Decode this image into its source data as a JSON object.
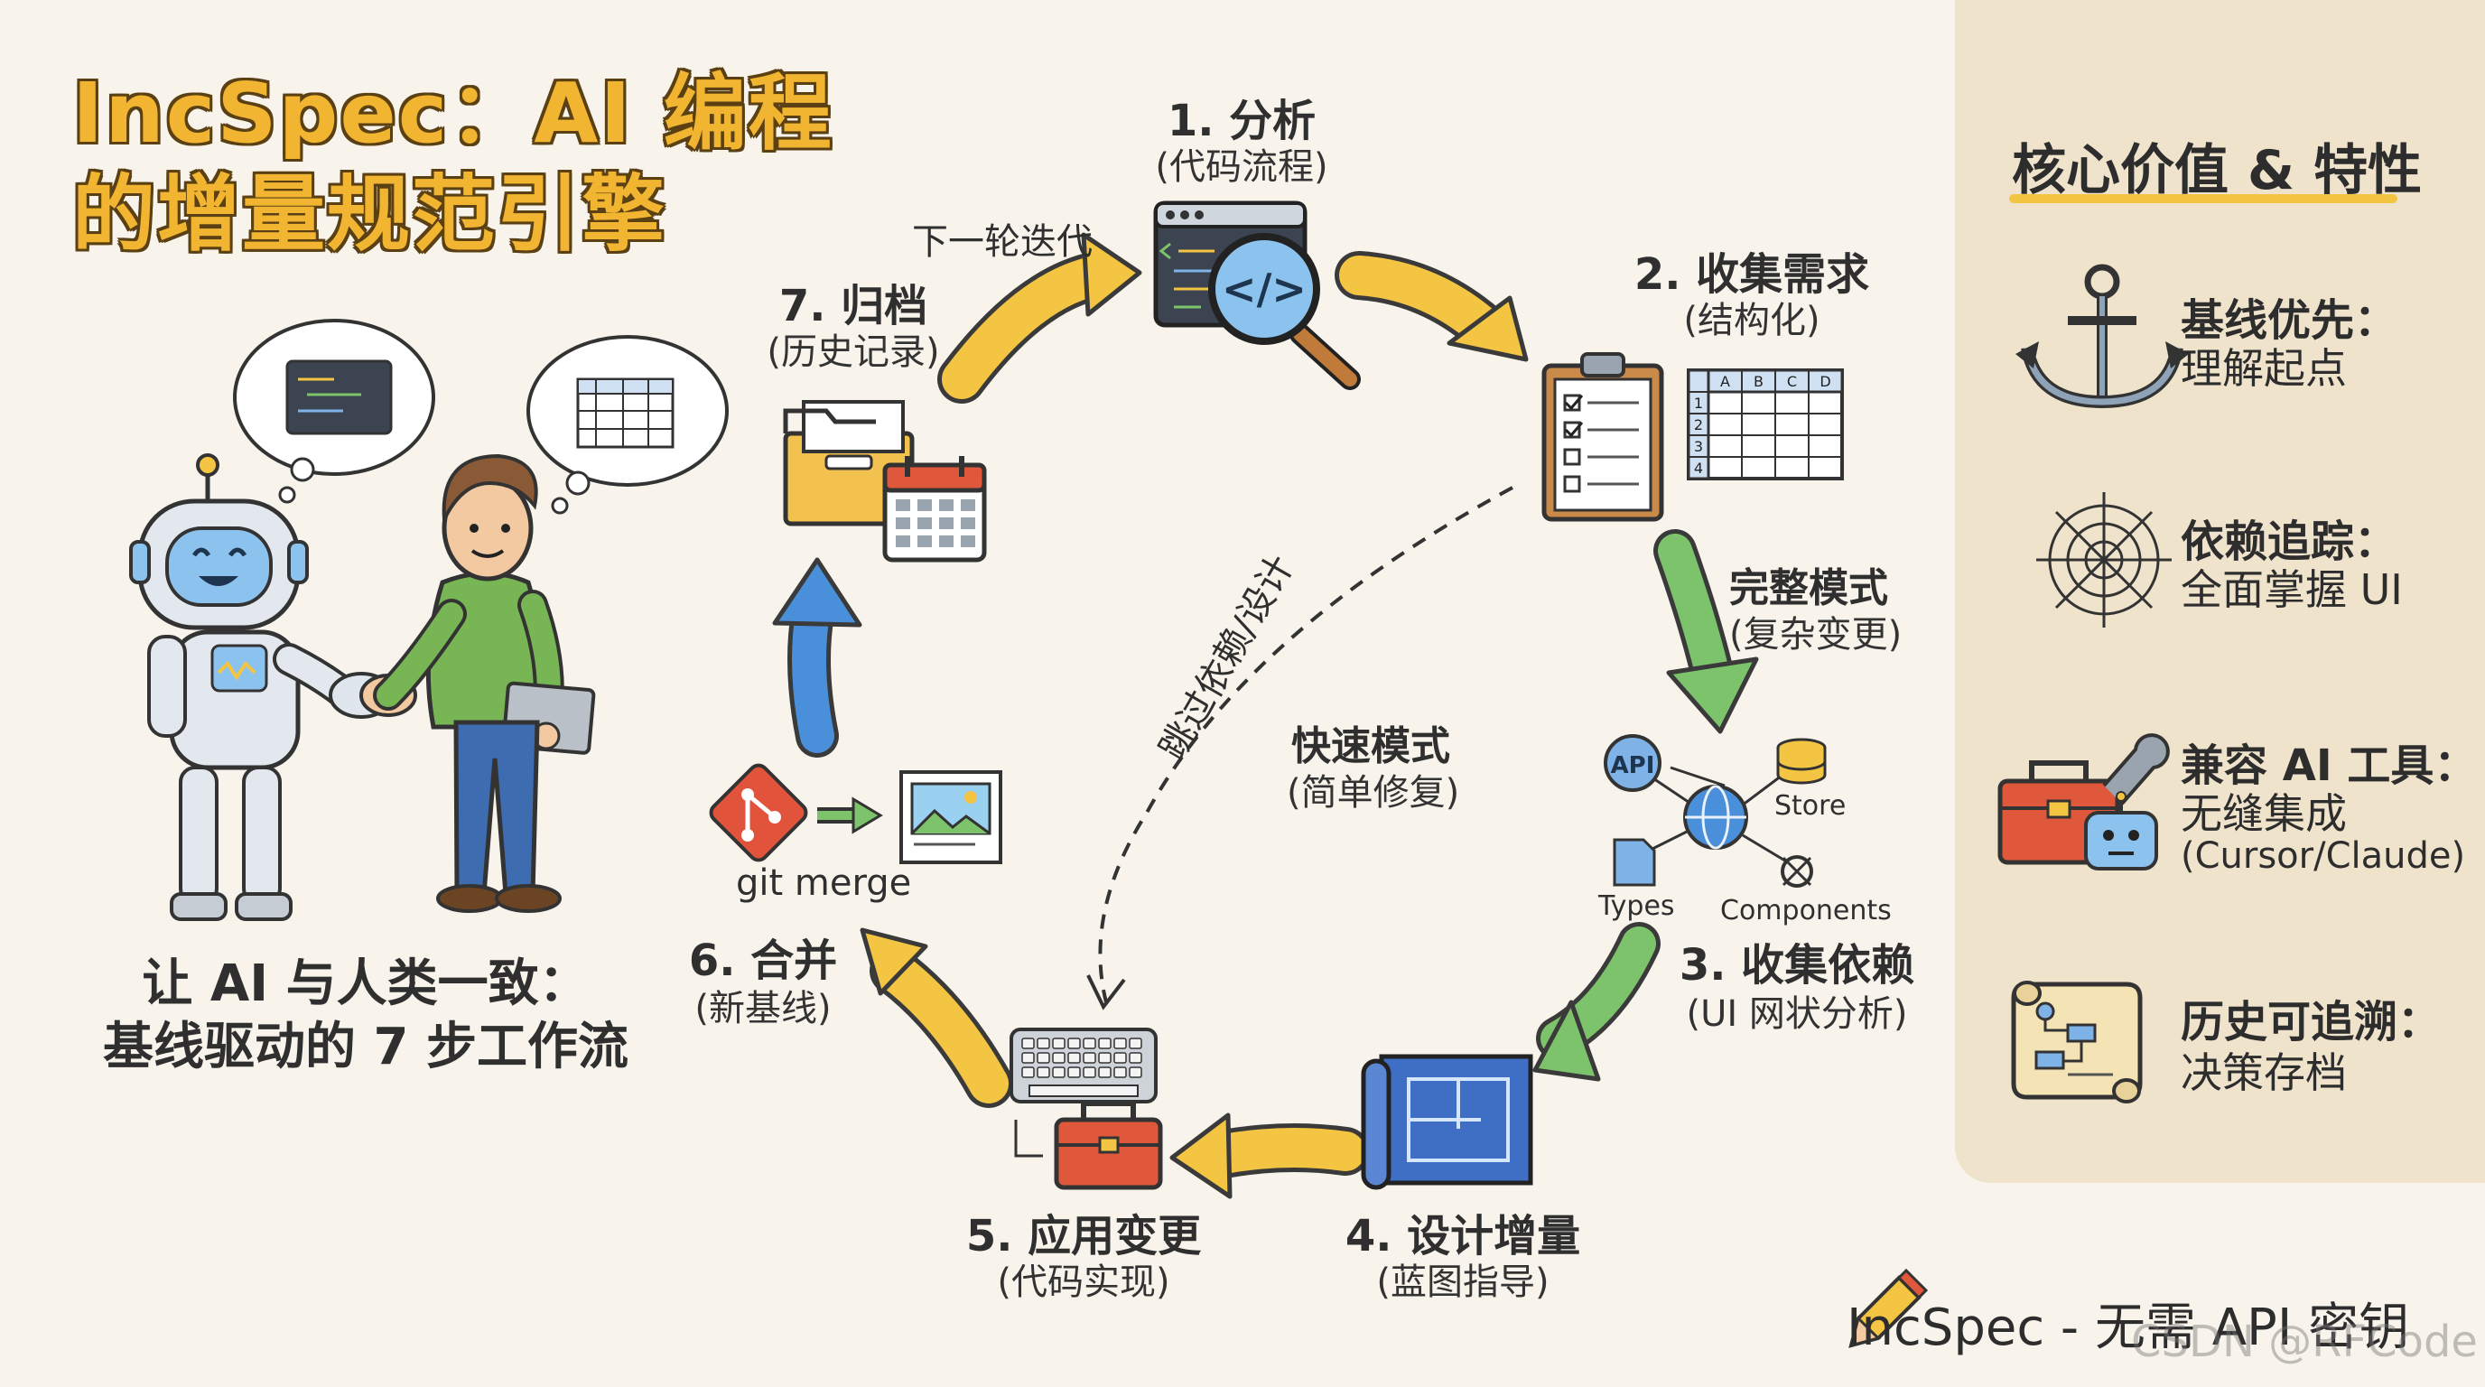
{
  "title": {
    "line1": "IncSpec：AI 编程",
    "line2": "的增量规范引擎"
  },
  "caption": {
    "line1": "让 AI 与人类一致：",
    "line2": "基线驱动的 7 步工作流"
  },
  "steps": [
    {
      "title": "1. 分析",
      "sub": "(代码流程)"
    },
    {
      "title": "2. 收集需求",
      "sub": "(结构化)"
    },
    {
      "title": "3. 收集依赖",
      "sub": "(UI 网状分析)"
    },
    {
      "title": "4. 设计增量",
      "sub": "(蓝图指导)"
    },
    {
      "title": "5. 应用变更",
      "sub": "(代码实现)"
    },
    {
      "title": "6. 合并",
      "sub": "(新基线)"
    },
    {
      "title": "7. 归档",
      "sub": "(历史记录)"
    }
  ],
  "next_round_label": "下一轮迭代",
  "full_mode": {
    "title": "完整模式",
    "sub": "(复杂变更)"
  },
  "fast_mode": {
    "title": "快速模式",
    "sub": "(简单修复)"
  },
  "skip_label": "跳过依赖/设计",
  "git_merge_label": "git merge",
  "dependency_labels": {
    "api": "API",
    "store": "Store",
    "types": "Types",
    "components": "Components"
  },
  "spreadsheet": {
    "columns": [
      "A",
      "B",
      "C",
      "D"
    ],
    "rows": [
      "1",
      "2",
      "3",
      "4"
    ]
  },
  "panel": {
    "title": "核心价值 & 特性",
    "features": [
      {
        "icon": "anchor-icon",
        "title": "基线优先：",
        "desc": "理解起点"
      },
      {
        "icon": "spider-web-icon",
        "title": "依赖追踪：",
        "desc": "全面掌握 UI"
      },
      {
        "icon": "toolbox-robot-icon",
        "title": "兼容 AI 工具：",
        "desc": "无缝集成",
        "extra": "(Cursor/Claude)"
      },
      {
        "icon": "scroll-flowchart-icon",
        "title": "历史可追溯：",
        "desc": "决策存档"
      }
    ]
  },
  "footer": "IncSpec - 无需 API 密钥",
  "watermark": "CSDN @RFCode",
  "colors": {
    "title": "#f2b531",
    "yellow_arrow": "#f4c542",
    "green_arrow": "#7cc36b",
    "blue_arrow": "#4a8fd9",
    "panel_bg": "#efe3cc"
  }
}
